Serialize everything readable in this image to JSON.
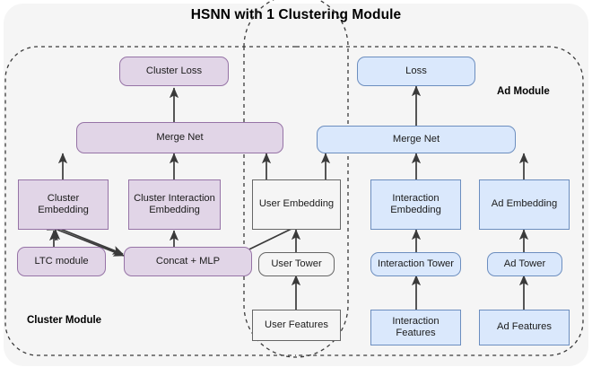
{
  "title": "HSNN with 1 Clustering Module",
  "module_labels": {
    "cluster": "Cluster Module",
    "ad": "Ad Module"
  },
  "colors": {
    "purple_fill": "#e1d5e7",
    "purple_stroke": "#9673a6",
    "blue_fill": "#dae8fc",
    "blue_stroke": "#6c8ebf",
    "gray_fill": "#f5f5f5",
    "gray_stroke": "#666666",
    "background": "#f5f5f5",
    "arrow": "#3a3a3a",
    "dashed_boundary": "#3a3a3a"
  },
  "nodes": {
    "cluster_loss": "Cluster Loss",
    "cluster_merge_net": "Merge Net",
    "cluster_embedding": "Cluster Embedding",
    "cluster_interaction_embedding": "Cluster Interaction Embedding",
    "ltc_module": "LTC module",
    "concat_mlp": "Concat + MLP",
    "user_embedding": "User Embedding",
    "user_tower": "User Tower",
    "user_features": "User Features",
    "ad_loss": "Loss",
    "ad_merge_net": "Merge Net",
    "interaction_embedding": "Interaction Embedding",
    "interaction_tower": "Interaction Tower",
    "interaction_features": "Interaction Features",
    "ad_embedding": "Ad Embedding",
    "ad_tower": "Ad Tower",
    "ad_features": "Ad Features"
  }
}
